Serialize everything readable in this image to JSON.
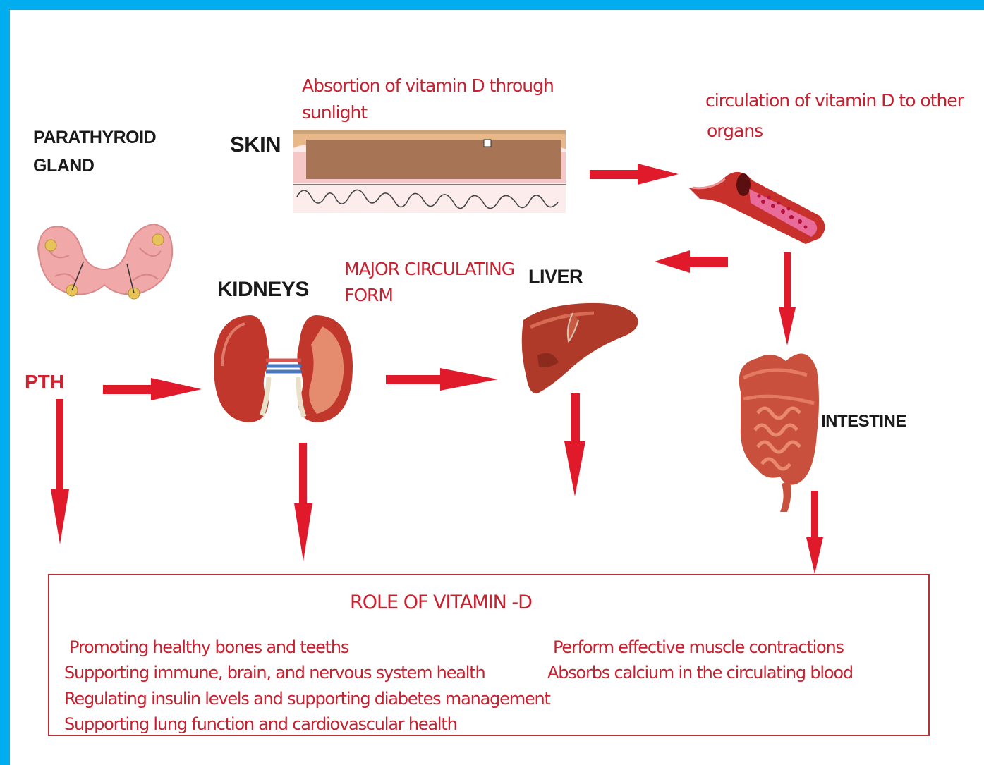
{
  "labels": {
    "parathyroid_line1": "PARATHYROID",
    "parathyroid_line2": "GLAND",
    "skin": "SKIN",
    "absorption_line1": "Absortion of vitamin D through",
    "absorption_line2": "sunlight",
    "circulation_line1": "circulation  of vitamin D to other",
    "circulation_line2": "organs",
    "kidneys": "KIDNEYS",
    "major_line1": "MAJOR CIRCULATING",
    "major_line2": "FORM",
    "liver": "LIVER",
    "pth": "PTH",
    "intestine": "INTESTINE"
  },
  "role": {
    "title": "ROLE OF VITAMIN -D",
    "left_items": [
      "Promoting healthy bones and teeths",
      "Supporting immune, brain, and nervous system health",
      "Regulating insulin levels and supporting diabetes management",
      "Supporting lung function and cardiovascular health"
    ],
    "right_items": [
      "Perform effective muscle contractions",
      "Absorbs calcium in the circulating blood"
    ]
  },
  "colors": {
    "border": "#00aeef",
    "arrow": "#e0192b",
    "label_red": "#c8202f",
    "organ": "#c9473a"
  }
}
